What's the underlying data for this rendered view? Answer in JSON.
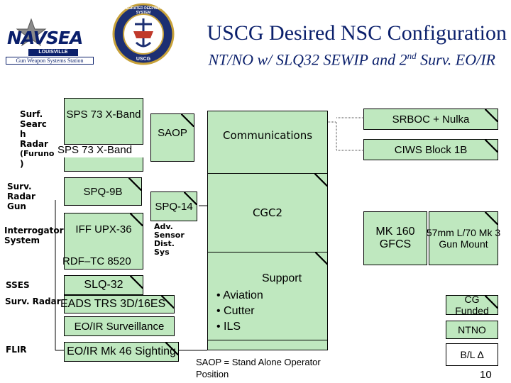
{
  "header": {
    "title": "USCG Desired NSC Configuration",
    "subtitle_main": "NT/NO w/ SLQ32 SEWIP and 2",
    "subtitle_sup": "nd",
    "subtitle_end": " Surv. EO/IR",
    "logo_left": {
      "word": "NAVSEA",
      "sub": "LOUISVILLE",
      "caption": "Gun Weapon Systems Station"
    },
    "logo_center": {
      "ring_top": "INTEGRATED DEEPWATER SYSTEM",
      "ring_bottom": "USCG"
    }
  },
  "labels": {
    "surf_search": [
      "Surf.",
      "Searc",
      "h",
      "Radar",
      "(Furuno",
      ")"
    ],
    "surv_radar_gun": [
      "Surv.",
      "Radar",
      "Gun"
    ],
    "interrogator": [
      "Interrogator",
      "System"
    ],
    "adv_sensor": [
      "Adv.",
      "Sensor",
      "Dist.",
      "Sys"
    ],
    "sses": "SSES",
    "surv_radar": "Surv. Radar",
    "flir": "FLIR"
  },
  "boxes": {
    "sps73_1": "SPS 73 X-Band",
    "sps73_2": "SPS 73 X-Band",
    "saop": "SAOP",
    "communications": "Communications",
    "srboc": "SRBOC + Nulka",
    "ciws": "CIWS Block 1B",
    "spq9b": "SPQ-9B",
    "spq14": "SPQ-14",
    "cgc2": "CGC2",
    "mk160": [
      "MK 160",
      "GFCS"
    ],
    "mk3": [
      "57mm L/70 Mk 3",
      "Gun Mount"
    ],
    "iff": "IFF UPX-36",
    "rdf": "RDF–TC 8520",
    "support_title": "Support",
    "support_items": [
      "Aviation",
      "Cutter",
      "ILS"
    ],
    "slq32": "SLQ-32",
    "eads": "EADS TRS 3D/16ES",
    "cg_funded": "CG Funded",
    "eoir_surv": "EO/IR Surveillance",
    "ntno": "NTNO",
    "eoir_mk46": "EO/IR Mk 46 Sighting",
    "bl": "B/L ∆"
  },
  "footer": {
    "note": [
      "SAOP = Stand Alone Operator",
      "Position"
    ],
    "page_number": "10"
  },
  "colors": {
    "box_fill": "#bfe8bf",
    "border": "#000000"
  }
}
